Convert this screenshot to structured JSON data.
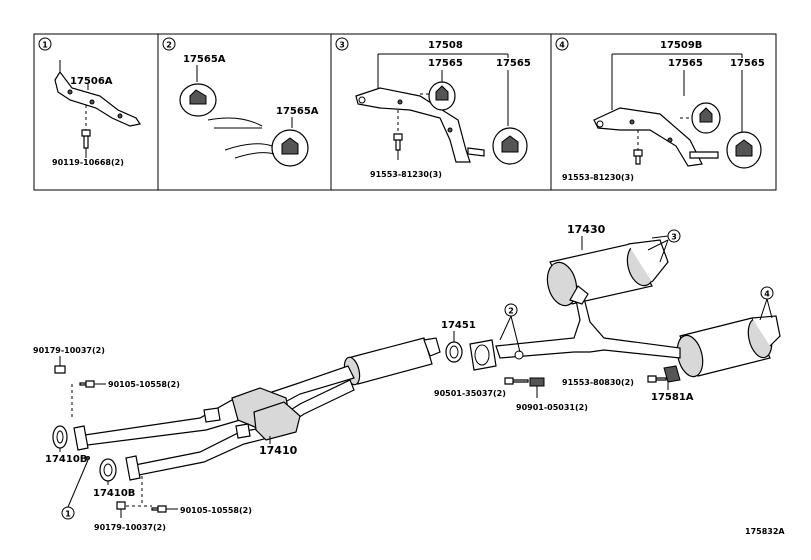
{
  "boxes": [
    {
      "num": "1",
      "labels": {
        "part": "17506A",
        "bolt": "90119-10668(2)"
      }
    },
    {
      "num": "2",
      "labels": {
        "part_a": "17565A",
        "part_b": "17565A"
      }
    },
    {
      "num": "3",
      "labels": {
        "bracket": "17508",
        "hanger_a": "17565",
        "hanger_b": "17565",
        "bolt": "91553-81230(3)"
      }
    },
    {
      "num": "4",
      "labels": {
        "bracket": "17509B",
        "hanger_a": "17565",
        "hanger_b": "17565",
        "bolt": "91553-81230(3)"
      }
    }
  ],
  "main": {
    "main_muffler": "17430",
    "gasket_center": "17451",
    "front_pipe": "17410",
    "gasket_left_upper": "17410B",
    "gasket_left_lower": "17410B",
    "nut_upper": "90179-10037(2)",
    "bolt_upper": "90105-10558(2)",
    "nut_lower": "90179-10037(2)",
    "bolt_lower": "90105-10558(2)",
    "bolt_center": "90501-35037(2)",
    "sensor": "90901-05031(2)",
    "bolt_right": "91553-80830(2)",
    "sensor_bracket": "17581A",
    "callout_1": "1",
    "callout_2": "2",
    "callout_3": "3",
    "callout_4": "4"
  },
  "figure_id": "175832A"
}
